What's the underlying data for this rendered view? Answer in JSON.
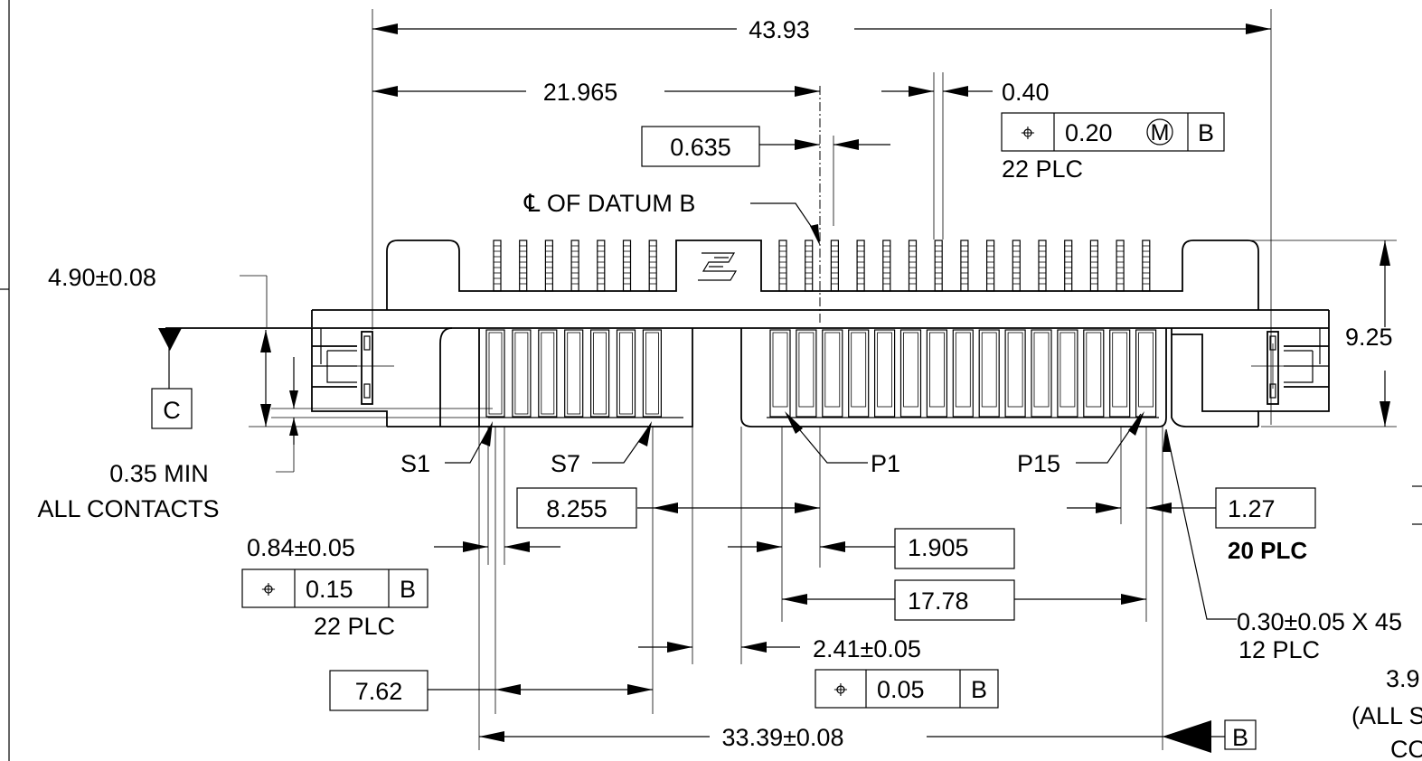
{
  "dims": {
    "overall_width": "43.93",
    "half_width": "21.965",
    "contact_width": "0.40",
    "offset": "0.635",
    "height_total": "9.25",
    "housing_height": "4.90±0.08",
    "contact_depth": "0.35 MIN",
    "contact_depth_note": "ALL CONTACTS",
    "signal_pitch": "8.255",
    "pitch": "1.27",
    "pitch_count": "20 PLC",
    "signal_width": "0.84±0.05",
    "p1_offset": "1.905",
    "power_span": "17.78",
    "chamfer": "0.30±0.05 X 45",
    "chamfer_count": "12 PLC",
    "key_width": "2.41±0.05",
    "signal_span": "7.62",
    "datum_b_span": "33.39±0.08",
    "partial_dim": "3.9",
    "partial_note_1": "(ALL S",
    "partial_note_2": "CO"
  },
  "gdt": {
    "top": {
      "symbol": "⌖",
      "tolerance": "0.20",
      "modifier": "M",
      "datum": "B",
      "count": "22 PLC"
    },
    "signal": {
      "symbol": "⌖",
      "tolerance": "0.15",
      "datum": "B",
      "count": "22 PLC"
    },
    "key": {
      "symbol": "⌖",
      "tolerance": "0.05",
      "datum": "B"
    }
  },
  "labels": {
    "centerline": "℄ OF DATUM B",
    "datum_c": "C",
    "datum_b": "B",
    "s1": "S1",
    "s7": "S7",
    "p1": "P1",
    "p15": "P15"
  }
}
